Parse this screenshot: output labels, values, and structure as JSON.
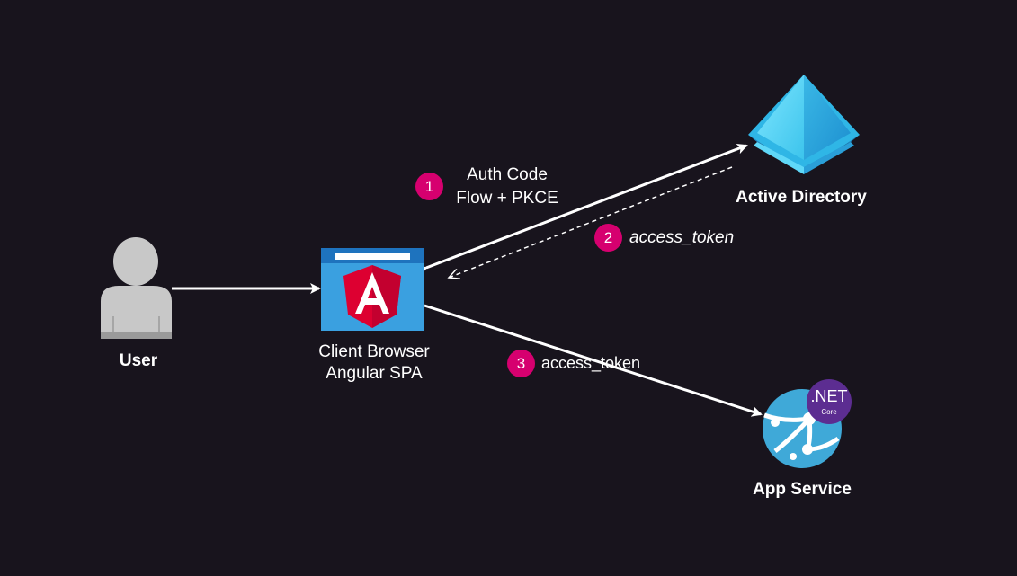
{
  "nodes": {
    "user": {
      "label": "User"
    },
    "browser": {
      "line1": "Client Browser",
      "line2": "Angular SPA"
    },
    "active_directory": {
      "label": "Active Directory"
    },
    "app_service": {
      "label": "App Service",
      "net_text": ".NET",
      "core_text": "Core"
    }
  },
  "steps": [
    {
      "number": "1",
      "line1": "Auth Code",
      "line2": "Flow + PKCE"
    },
    {
      "number": "2",
      "label": "access_token"
    },
    {
      "number": "3",
      "label": "access_token"
    }
  ],
  "colors": {
    "background": "#18141d",
    "badge": "#d6006f",
    "arrow": "#ffffff",
    "user_icon": "#c8c8c8",
    "browser_blue": "#3aa0e0",
    "angular_red": "#dd0031",
    "ad_cyan": "#50d0f0",
    "dotnet_purple": "#5c2d91",
    "app_service_blue": "#3fa9d8"
  },
  "icons": {
    "user": "person-icon",
    "browser": "angular-browser-icon",
    "active_directory": "azure-active-directory-icon",
    "app_service": "azure-app-service-icon"
  }
}
